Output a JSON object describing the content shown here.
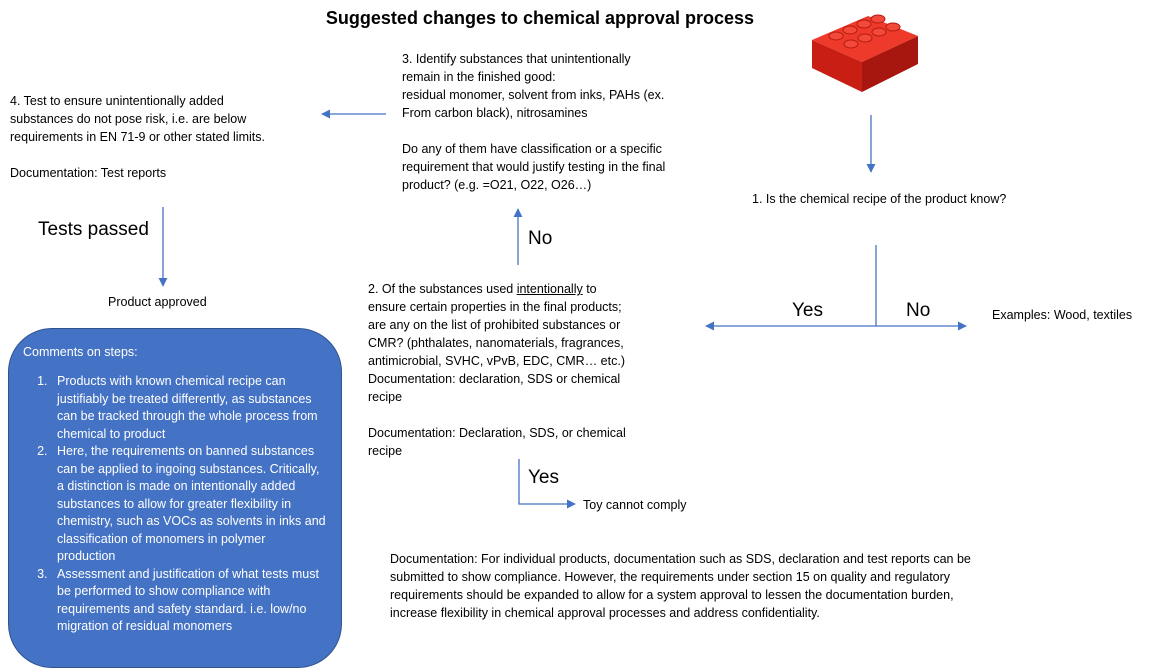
{
  "title": "Suggested changes to chemical approval process",
  "step1": "1.   Is the chemical recipe of the product know?",
  "step2": {
    "part1": "2. Of the substances used ",
    "underlined": "intentionally",
    "part2": " to\nensure certain properties in the final products;\nare any on the list of prohibited substances or\nCMR? (phthalates, nanomaterials, fragrances,\nantimicrobial, SVHC, vPvB, EDC, CMR… etc.)\nDocumentation: declaration, SDS or chemical\nrecipe\n\nDocumentation: Declaration, SDS, or chemical\nrecipe"
  },
  "step3": "3. Identify substances that unintentionally\nremain in the finished good:\nresidual monomer, solvent from inks, PAHs (ex.\nFrom carbon black), nitrosamines\n\nDo any of them have classification or a specific\nrequirement that would justify testing in the final\nproduct? (e.g. =O21, O22, O26…)",
  "step4": "4. Test to ensure unintentionally added\nsubstances do not pose risk, i.e. are below\nrequirements in EN 71-9 or other stated limits.\n\nDocumentation: Test reports",
  "labels": {
    "yes_left": "Yes",
    "no_right": "No",
    "no_up": "No",
    "yes_down": "Yes",
    "tests_passed": "Tests passed"
  },
  "outcomes": {
    "examples": "Examples: Wood, textiles",
    "cannot_comply": "Toy cannot comply",
    "approved": "Product approved"
  },
  "documentation_note": "Documentation: For individual products, documentation such as SDS, declaration and test reports can be\nsubmitted to show compliance. However, the requirements under section 15 on quality and regulatory\nrequirements should be expanded to allow for a system approval to lessen the documentation burden,\nincrease flexibility in chemical approval processes and address confidentiality.",
  "comments": {
    "header": "Comments on steps:",
    "items": [
      "Products with known chemical recipe can justifiably be treated differently, as substances can be tracked through the whole process from chemical to product",
      "Here, the requirements on banned substances can be applied to ingoing substances. Critically, a distinction is made on intentionally added substances to allow for greater flexibility in chemistry, such as VOCs as solvents in inks and classification of monomers in polymer production",
      "Assessment and justification of what tests must be performed to show compliance with requirements and safety standard. i.e. low/no migration of residual monomers"
    ]
  },
  "colors": {
    "arrow": "#4472c4",
    "comments_fill": "#4472c4",
    "brick": "#e0291f"
  },
  "icons": {
    "brick": "lego-brick-icon"
  }
}
